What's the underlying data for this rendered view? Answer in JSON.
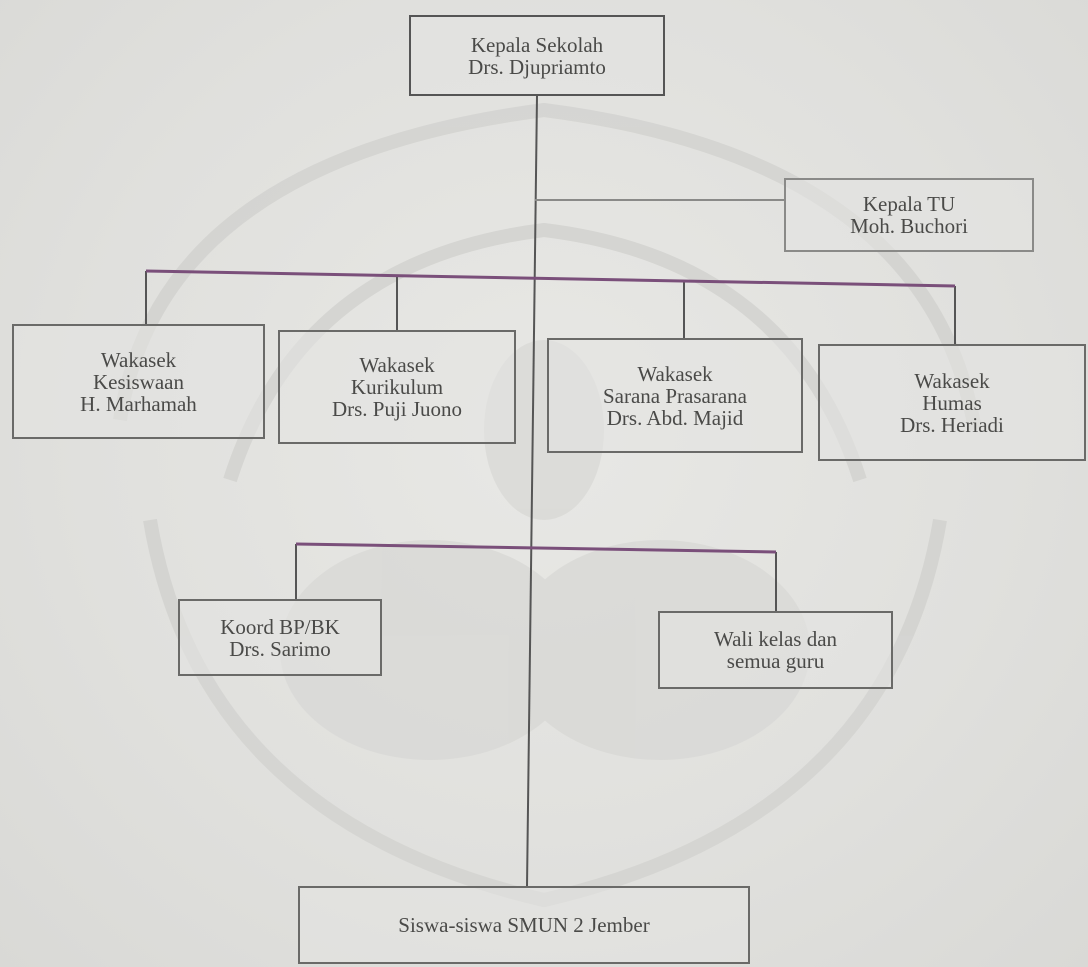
{
  "nodes": {
    "kepala_sekolah": {
      "line1": "Kepala Sekolah",
      "line2": "Drs. Djupriamto"
    },
    "kepala_tu": {
      "line1": "Kepala TU",
      "line2": "Moh. Buchori"
    },
    "wakasek_kesiswaan": {
      "line1": "Wakasek",
      "line2": "Kesiswaan",
      "line3": "H. Marhamah"
    },
    "wakasek_kurikulum": {
      "line1": "Wakasek",
      "line2": "Kurikulum",
      "line3": "Drs. Puji Juono"
    },
    "wakasek_sarana": {
      "line1": "Wakasek",
      "line2": "Sarana Prasarana",
      "line3": "Drs. Abd. Majid"
    },
    "wakasek_humas": {
      "line1": "Wakasek",
      "line2": "Humas",
      "line3": "Drs. Heriadi"
    },
    "koord_bpbk": {
      "line1": "Koord BP/BK",
      "line2": "Drs. Sarimo"
    },
    "wali_kelas": {
      "line1": "Wali kelas dan",
      "line2": "semua guru"
    },
    "siswa": {
      "line1": "Siswa-siswa SMUN 2 Jember"
    }
  },
  "colors": {
    "line": "#555555",
    "bar": "#7a4f7a",
    "box_border": "#6a6a68",
    "background": "#e3e3e0"
  }
}
